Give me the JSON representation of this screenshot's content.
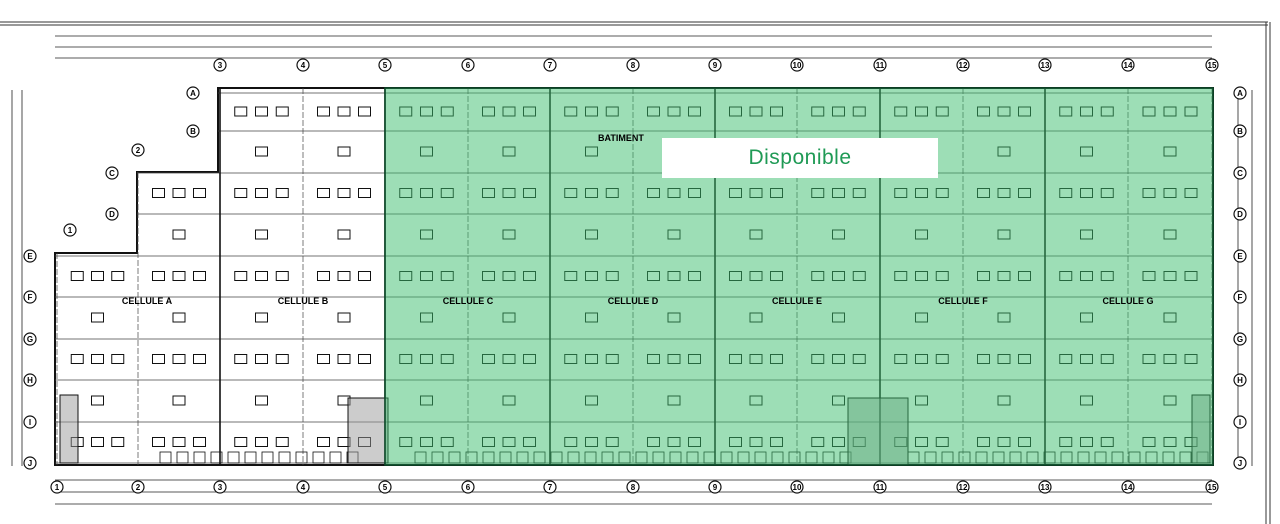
{
  "plan": {
    "column_axes": [
      "1",
      "2",
      "3",
      "4",
      "5",
      "6",
      "7",
      "8",
      "9",
      "10",
      "11",
      "12",
      "13",
      "14",
      "15"
    ],
    "row_axes": [
      "A",
      "B",
      "C",
      "D",
      "E",
      "F",
      "G",
      "H",
      "I",
      "J"
    ],
    "cells": [
      {
        "name": "CELLULE A",
        "available": false
      },
      {
        "name": "CELLULE B",
        "available": false
      },
      {
        "name": "CELLULE C",
        "available": true
      },
      {
        "name": "CELLULE D",
        "available": true
      },
      {
        "name": "CELLULE E",
        "available": true
      },
      {
        "name": "CELLULE F",
        "available": true
      },
      {
        "name": "CELLULE G",
        "available": true
      }
    ],
    "building_label": "BATIMENT",
    "highlight_color": "#3cbe6e",
    "label_color": "#1f9a55"
  },
  "overlay": {
    "status_label": "Disponible"
  }
}
